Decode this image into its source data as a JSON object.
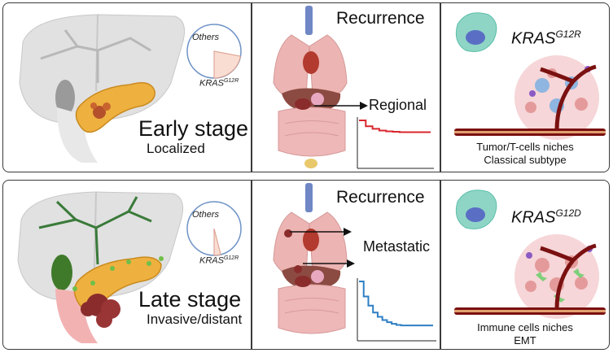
{
  "top": {
    "stage_title": "Early stage",
    "stage_subtitle": "Localized",
    "pie_others": "Others",
    "pie_kras_base": "KRAS",
    "pie_kras_sup": "G12R",
    "pie_kras_fraction": 0.22,
    "recurrence_title": "Recurrence",
    "recurrence_type": "Regional",
    "curve_color": "#d9272e",
    "curve_levels": [
      1.0,
      0.86,
      0.8,
      0.76,
      0.74,
      0.73,
      0.72
    ],
    "mutation_base": "KRAS",
    "mutation_sup": "G12R",
    "niche_line1": "Tumor/T-cells niches",
    "niche_line2": "Classical subtype"
  },
  "bottom": {
    "stage_title": "Late stage",
    "stage_subtitle": "Invasive/distant",
    "pie_others": "Others",
    "pie_kras_base": "KRAS",
    "pie_kras_sup": "G12R",
    "pie_kras_fraction": 0.04,
    "recurrence_title": "Recurrence",
    "recurrence_type": "Metastatic",
    "curve_color": "#2e7fc4",
    "curve_levels": [
      1.0,
      0.72,
      0.55,
      0.42,
      0.34,
      0.28,
      0.24,
      0.21,
      0.19,
      0.18
    ],
    "mutation_base": "KRAS",
    "mutation_sup": "G12D",
    "niche_line1": "Immune cells niches",
    "niche_line2": "EMT"
  },
  "colors": {
    "pie_slice": "#f9ddd2",
    "pie_ring": "#6e93c6",
    "pancreas": "#eeb13f",
    "liver": "#d4d4d4",
    "vessel": "#7a1010",
    "tumor": "#8a2c2c",
    "cell": "#5bbfa9"
  }
}
